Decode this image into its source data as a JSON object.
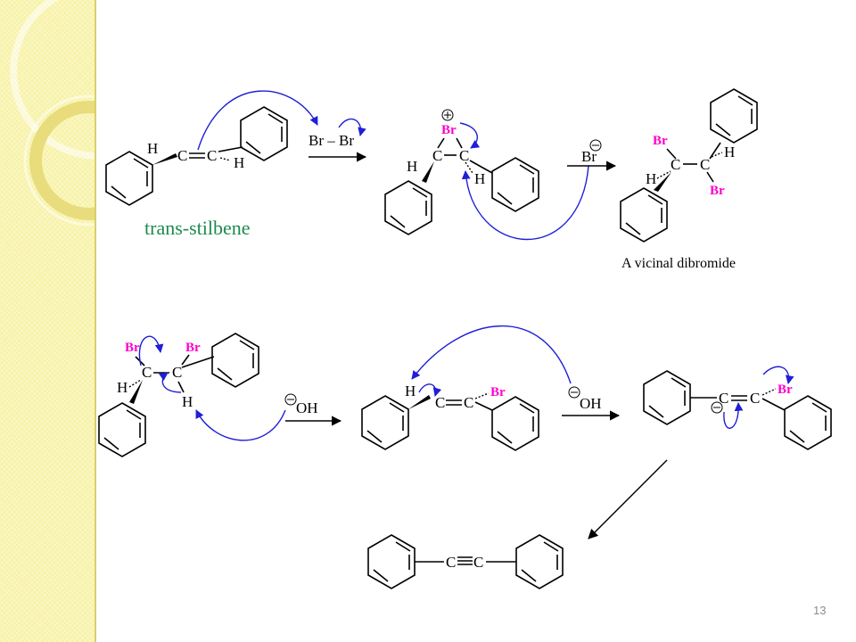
{
  "slide": {
    "page_number": "13",
    "captions": {
      "trans_stilbene": "trans-stilbene",
      "vicinal": "A vicinal dibromide"
    },
    "reagents": {
      "br2": "Br – Br",
      "hydroxide": "OH",
      "bromide": "Br"
    },
    "atoms": {
      "br": "Br",
      "h": "H",
      "c": "C"
    },
    "colors": {
      "bromine": "#ff00cc",
      "arrows": "#1f1fd6",
      "caption": "#1c8a4f"
    }
  }
}
